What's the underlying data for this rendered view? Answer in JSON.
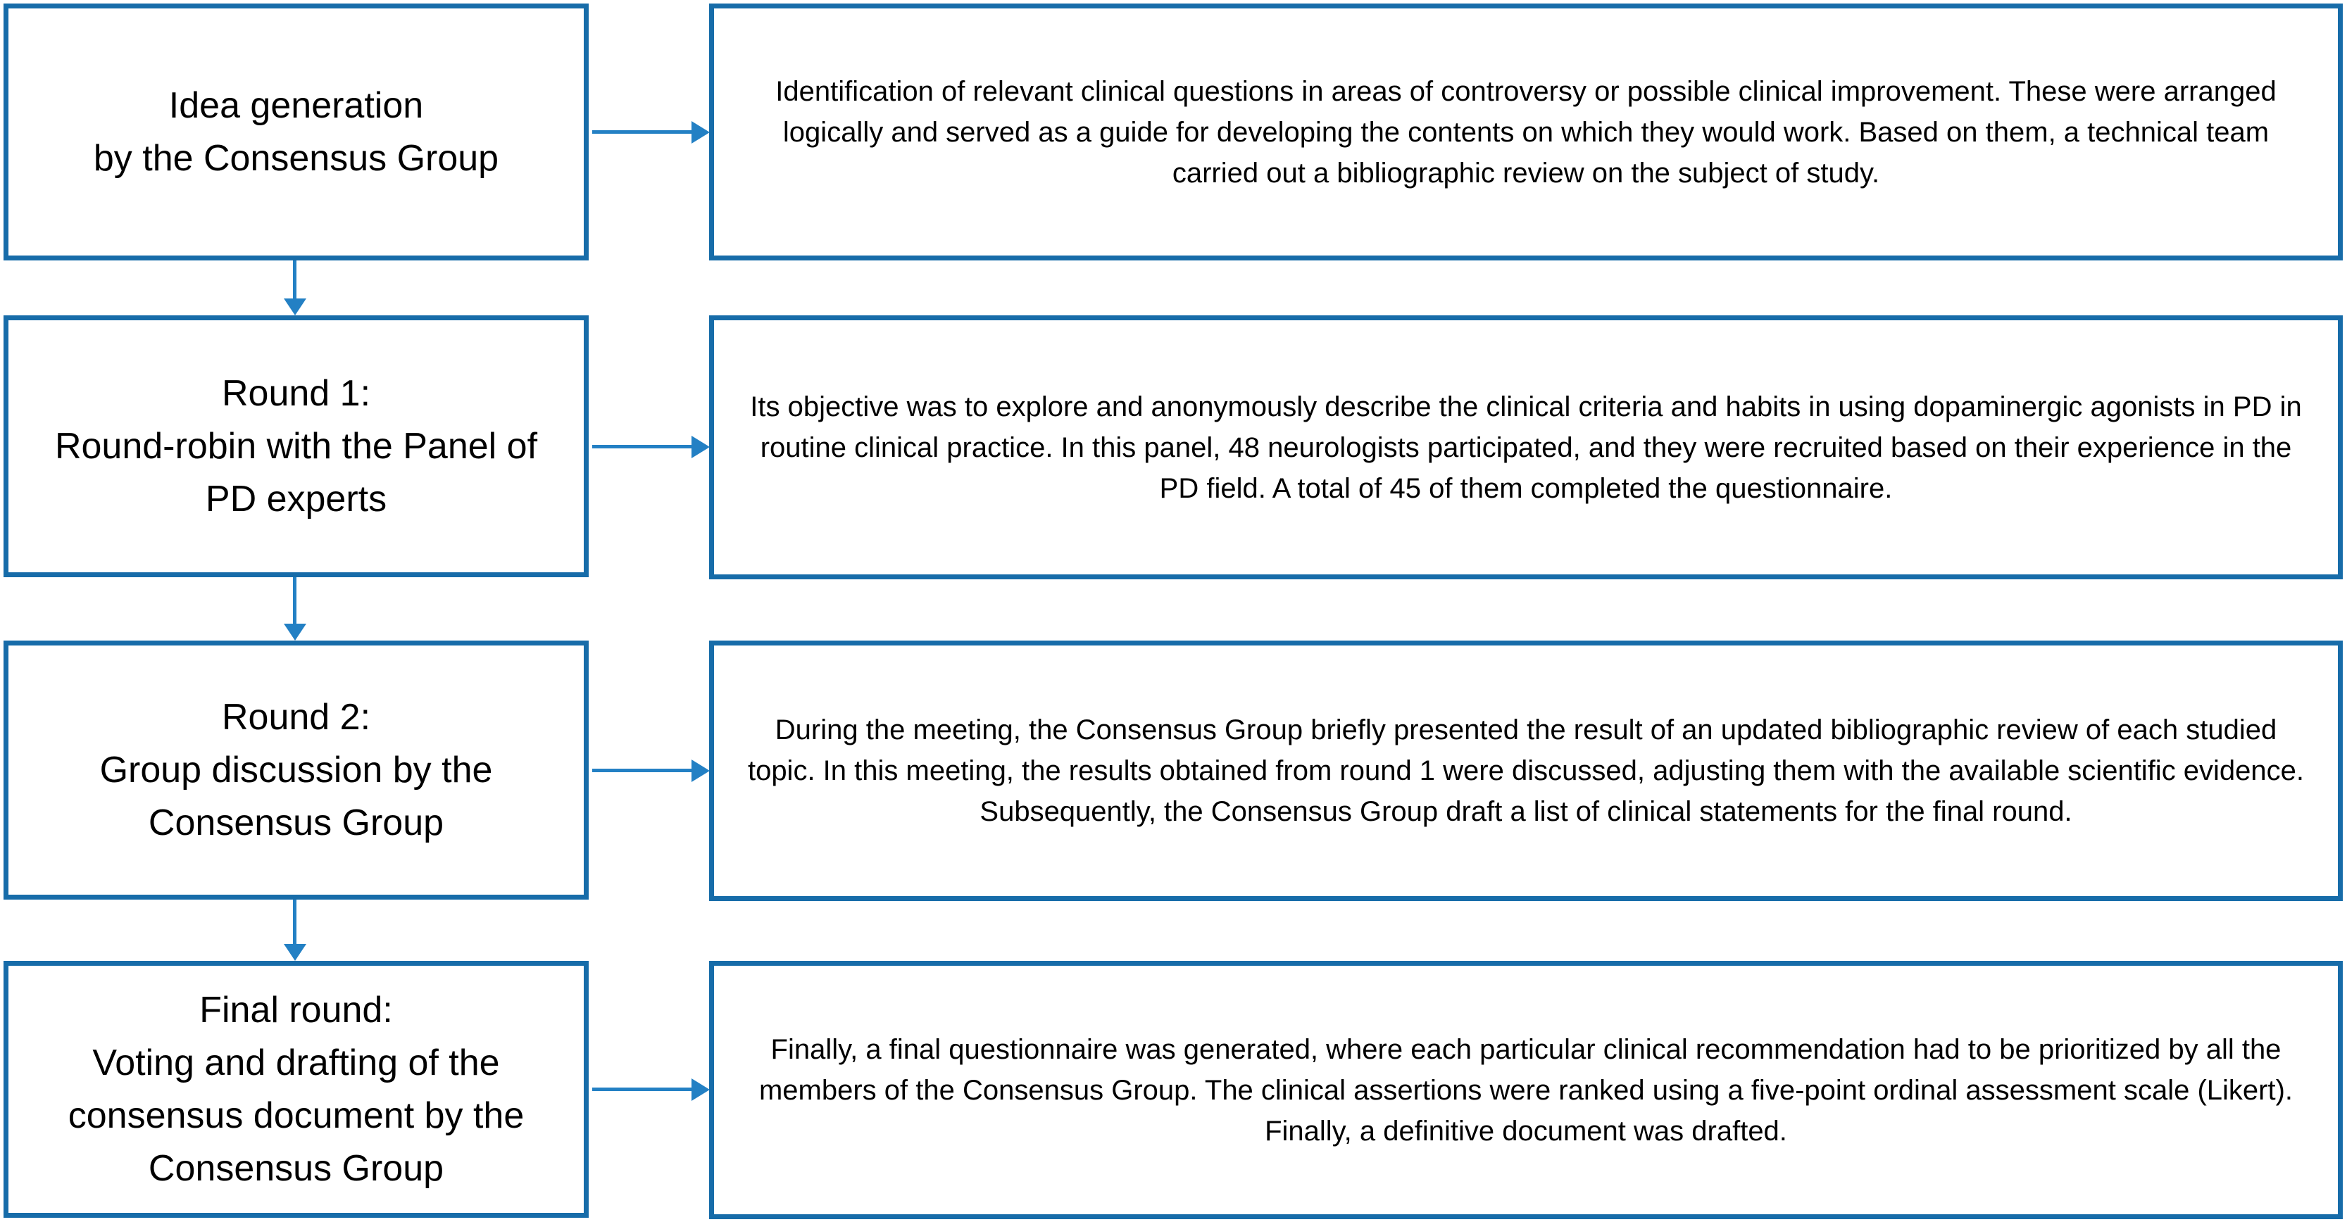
{
  "colors": {
    "box_border": "#176CA9",
    "arrow": "#2380C4",
    "text": "#000000",
    "background": "#FFFFFF"
  },
  "diagram": {
    "type": "flowchart",
    "steps": [
      {
        "label": "Idea generation\nby the Consensus Group",
        "description": "Identification of relevant clinical questions in areas of controversy or possible clinical improvement. These were arranged logically and served as a guide for developing the contents on which they would work. Based on them, a technical team carried out a bibliographic review on the subject of study."
      },
      {
        "label": "Round 1:\nRound-robin with the Panel of\nPD experts",
        "description": "Its objective was to explore and anonymously describe the clinical criteria and habits in using dopaminergic agonists in PD in routine clinical practice. In this panel, 48 neurologists participated, and they were recruited based on their experience in the PD field. A total of 45 of them completed the questionnaire."
      },
      {
        "label": "Round 2:\nGroup discussion by the\nConsensus Group",
        "description": "During the meeting, the Consensus Group briefly presented the result of an updated bibliographic review of each studied topic. In this meeting, the results obtained from round 1 were discussed, adjusting them with the available scientific evidence. Subsequently, the Consensus Group draft a list of clinical statements for the final round."
      },
      {
        "label": "Final round:\nVoting and drafting of the\nconsensus document by the\nConsensus Group",
        "description": "Finally, a final questionnaire was generated, where each particular clinical recommendation had to be prioritized by all the members of the Consensus Group. The clinical assertions were ranked using a five-point ordinal assessment scale (Likert). Finally, a definitive document was drafted."
      }
    ]
  }
}
